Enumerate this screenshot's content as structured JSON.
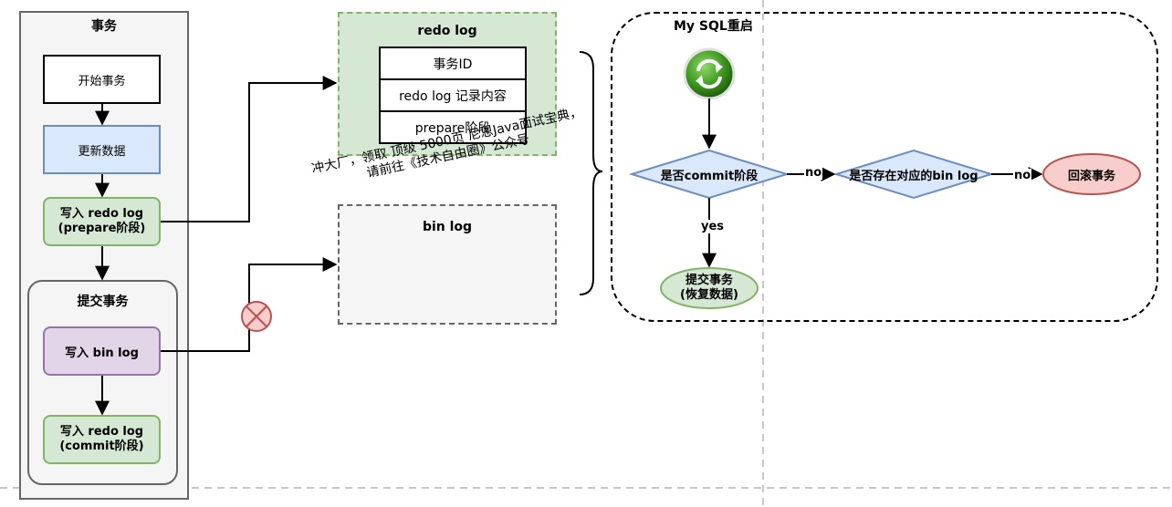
{
  "transaction": {
    "title": "事务",
    "start": "开始事务",
    "update": "更新数据",
    "write_redo_prepare": [
      "写入 redo log",
      "(prepare阶段)"
    ],
    "commit_group_title": "提交事务",
    "write_binlog": "写入 bin log",
    "write_redo_commit": [
      "写入 redo log",
      "(commit阶段)"
    ]
  },
  "redo_log": {
    "title": "redo log",
    "rows": [
      "事务ID",
      "redo log 记录内容",
      "prepare阶段"
    ]
  },
  "bin_log": {
    "title": "bin log"
  },
  "watermark": [
    "冲大厂，领取 顶级 5000页 尼恩Java面试宝典，",
    "请前往《技术自由圈》公众号"
  ],
  "restart": {
    "title": "My SQL重启",
    "decision_commit": "是否commit阶段",
    "decision_binlog": "是否存在对应的bin log",
    "rollback": "回滚事务",
    "commit": [
      "提交事务",
      "(恢复数据)"
    ],
    "edge_no_1": "no",
    "edge_no_2": "no",
    "edge_yes": "yes"
  },
  "colors": {
    "blue_fill": "#dae8fc",
    "blue_stroke": "#6c8ebf",
    "green_fill": "#d5e8d4",
    "green_stroke": "#82b366",
    "purple_fill": "#e1d5e7",
    "purple_stroke": "#9673a6",
    "red_fill": "#f8cecc",
    "red_stroke": "#b85450",
    "gray_fill": "#f5f5f5",
    "gray_stroke": "#666666"
  }
}
